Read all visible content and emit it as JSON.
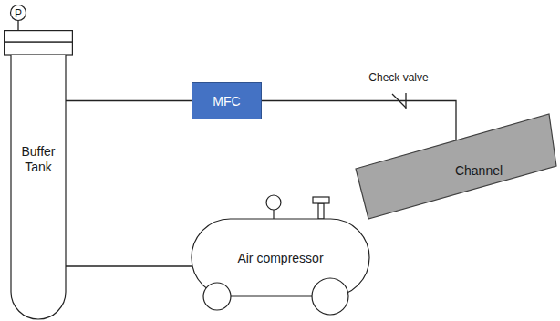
{
  "diagram": {
    "nodes": [
      {
        "text": [
          "P"
        ]
      },
      {
        "text": [
          "Buffer Tank"
        ]
      },
      {
        "text": [
          "MFC"
        ]
      },
      {
        "text": [
          "Channel"
        ]
      },
      {
        "text": [
          "Air compressor"
        ]
      }
    ],
    "edges": [
      {
        "from": 0,
        "to": 1,
        "arrow": "none"
      },
      {
        "from": 1,
        "to": 2,
        "arrow": "none"
      },
      {
        "from": 2,
        "to": 3,
        "arrow": "none"
      },
      {
        "from": 1,
        "to": 4,
        "arrow": "none"
      }
    ],
    "labels": [
      "Check valve"
    ]
  }
}
